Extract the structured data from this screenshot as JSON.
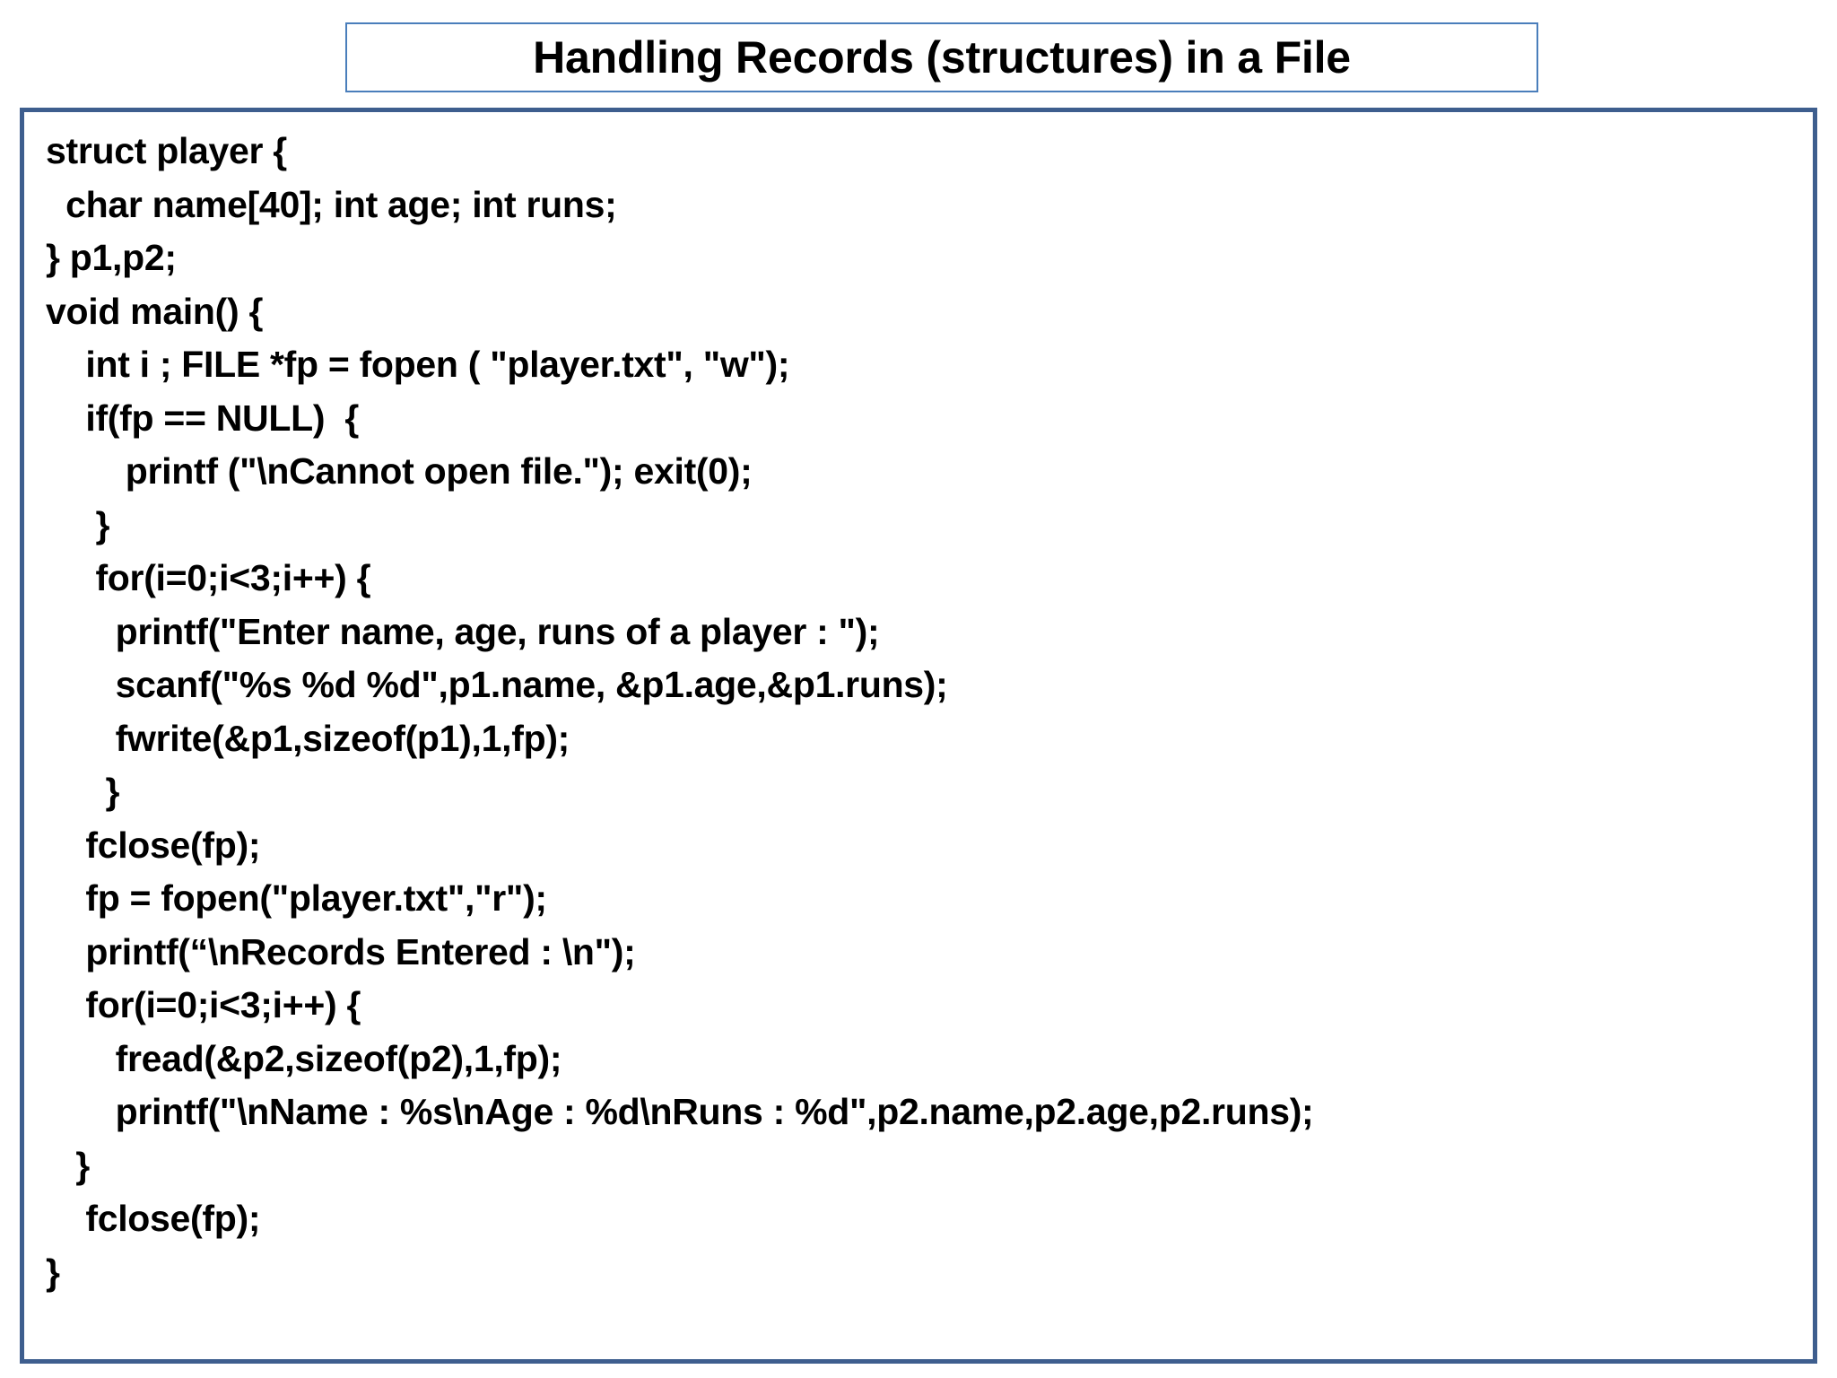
{
  "slide": {
    "title": "Handling Records (structures) in a File",
    "accent_color_title_border": "#4A7EBB",
    "accent_color_code_border": "#3E5E8E",
    "background_color": "#FFFFFF",
    "text_color": "#000000"
  },
  "code": {
    "language": "C",
    "lines": [
      "struct player {",
      "  char name[40]; int age; int runs;",
      "} p1,p2;",
      "void main() {",
      "    int i ; FILE *fp = fopen ( \"player.txt\", \"w\");",
      "    if(fp == NULL)  {",
      "        printf (\"\\nCannot open file.\"); exit(0);",
      "     }",
      "     for(i=0;i<3;i++) {",
      "       printf(\"Enter name, age, runs of a player : \");",
      "       scanf(\"%s %d %d\",p1.name, &p1.age,&p1.runs);",
      "       fwrite(&p1,sizeof(p1),1,fp);",
      "      }",
      "    fclose(fp);",
      "    fp = fopen(\"player.txt\",\"r\");",
      "    printf(“\\nRecords Entered : \\n\");",
      "    for(i=0;i<3;i++) {",
      "       fread(&p2,sizeof(p2),1,fp);",
      "       printf(\"\\nName : %s\\nAge : %d\\nRuns : %d\",p2.name,p2.age,p2.runs);",
      "   }",
      "    fclose(fp);",
      "}"
    ]
  }
}
